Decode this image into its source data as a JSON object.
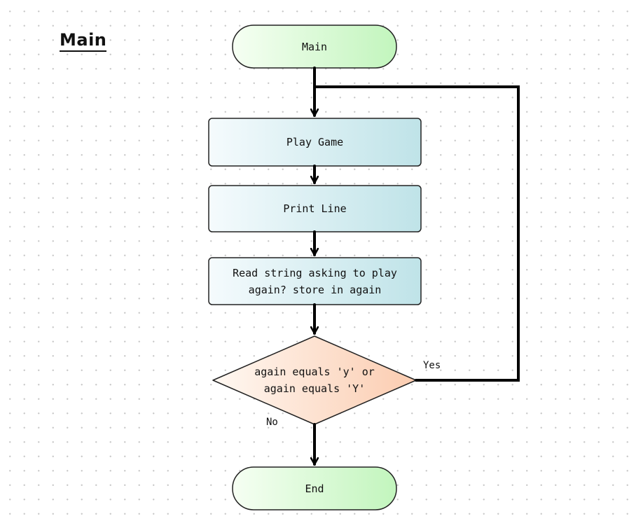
{
  "title": "Main",
  "nodes": {
    "start": "Main",
    "play_game": "Play Game",
    "print_line": "Print Line",
    "read_string": "Read string asking to play again? store in again",
    "decision": "again equals 'y' or again equals 'Y'",
    "end": "End"
  },
  "edge_labels": {
    "yes": "Yes",
    "no": "No"
  },
  "colors": {
    "terminal_fill_start": "#f6fff3",
    "terminal_fill_end": "#c2f5bd",
    "process_fill_start": "#f5fbfd",
    "process_fill_end": "#bfe3e8",
    "decision_fill_start": "#fff8f2",
    "decision_fill_end": "#fbccb0",
    "line": "#000000"
  }
}
